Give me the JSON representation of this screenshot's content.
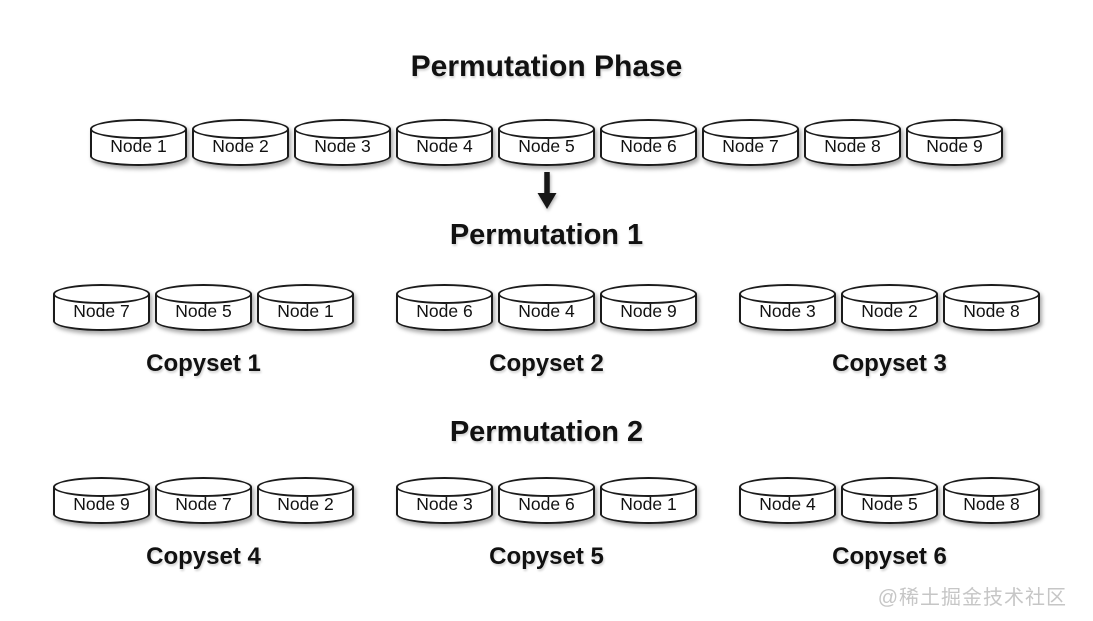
{
  "page": {
    "background": "#ffffff",
    "watermark": "@稀土掘金技术社区"
  },
  "colors": {
    "stroke": "#1b1b1b",
    "node_fill": "#ffffff",
    "text": "#111111",
    "watermark_color": "#c6c6c6"
  },
  "icons": {
    "down_arrow": "down-arrow-icon"
  },
  "phase": {
    "title": "Permutation Phase",
    "nodes": [
      "Node 1",
      "Node 2",
      "Node 3",
      "Node 4",
      "Node 5",
      "Node 6",
      "Node 7",
      "Node 8",
      "Node 9"
    ]
  },
  "permutations": [
    {
      "title": "Permutation 1",
      "copysets": [
        {
          "label": "Copyset 1",
          "nodes": [
            "Node 7",
            "Node 5",
            "Node 1"
          ]
        },
        {
          "label": "Copyset 2",
          "nodes": [
            "Node 6",
            "Node 4",
            "Node 9"
          ]
        },
        {
          "label": "Copyset 3",
          "nodes": [
            "Node 3",
            "Node 2",
            "Node 8"
          ]
        }
      ]
    },
    {
      "title": "Permutation 2",
      "copysets": [
        {
          "label": "Copyset 4",
          "nodes": [
            "Node 9",
            "Node 7",
            "Node 2"
          ]
        },
        {
          "label": "Copyset 5",
          "nodes": [
            "Node 3",
            "Node 6",
            "Node 1"
          ]
        },
        {
          "label": "Copyset 6",
          "nodes": [
            "Node 4",
            "Node 5",
            "Node 8"
          ]
        }
      ]
    }
  ]
}
